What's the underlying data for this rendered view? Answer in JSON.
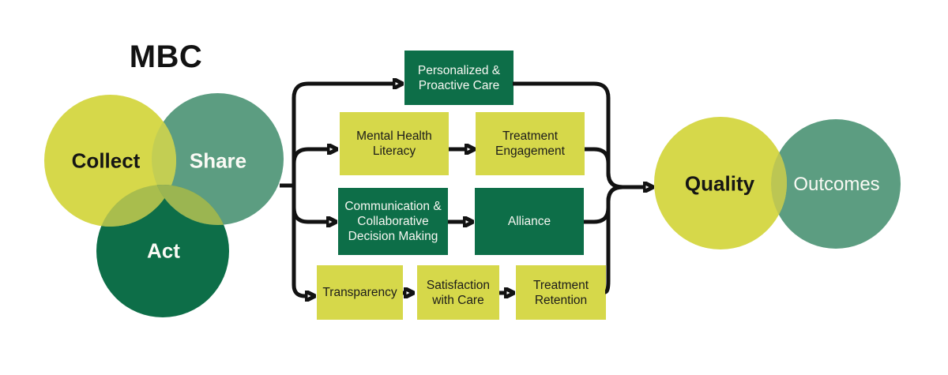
{
  "title": "MBC",
  "colors": {
    "yellow": "#d6d84a",
    "green": "#0d6e48",
    "teal": "#5c9d81",
    "line": "#121212",
    "lensCS": "#c3ce53",
    "lensCA": "#a9bd4d",
    "lensSA": "#418a63",
    "lensT": "#9bb551",
    "lensQO": "#bcc653"
  },
  "venn": {
    "collect": "Collect",
    "share": "Share",
    "act": "Act"
  },
  "flow": {
    "personalized": "Personalized &\nProactive Care",
    "literacy": "Mental Health\nLiteracy",
    "engagement": "Treatment\nEngagement",
    "communication": "Communication &\nCollaborative\nDecision Making",
    "alliance": "Alliance",
    "transparency": "Transparency",
    "satisfaction": "Satisfaction\nwith Care",
    "retention": "Treatment\nRetention"
  },
  "result": {
    "quality": "Quality",
    "outcomes": "Outcomes"
  }
}
